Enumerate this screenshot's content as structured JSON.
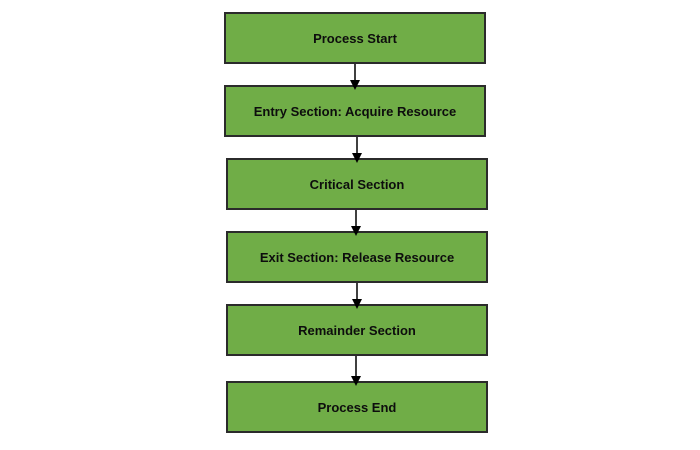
{
  "diagram": {
    "steps": [
      {
        "label": "Process Start"
      },
      {
        "label": "Entry Section: Acquire Resource"
      },
      {
        "label": "Critical Section"
      },
      {
        "label": "Exit Section: Release Resource"
      },
      {
        "label": "Remainder Section"
      },
      {
        "label": "Process End"
      }
    ],
    "colors": {
      "box_fill": "#70ad47",
      "box_border": "#2b2b2b",
      "text": "#0d0d0d",
      "arrow": "#000000"
    }
  }
}
